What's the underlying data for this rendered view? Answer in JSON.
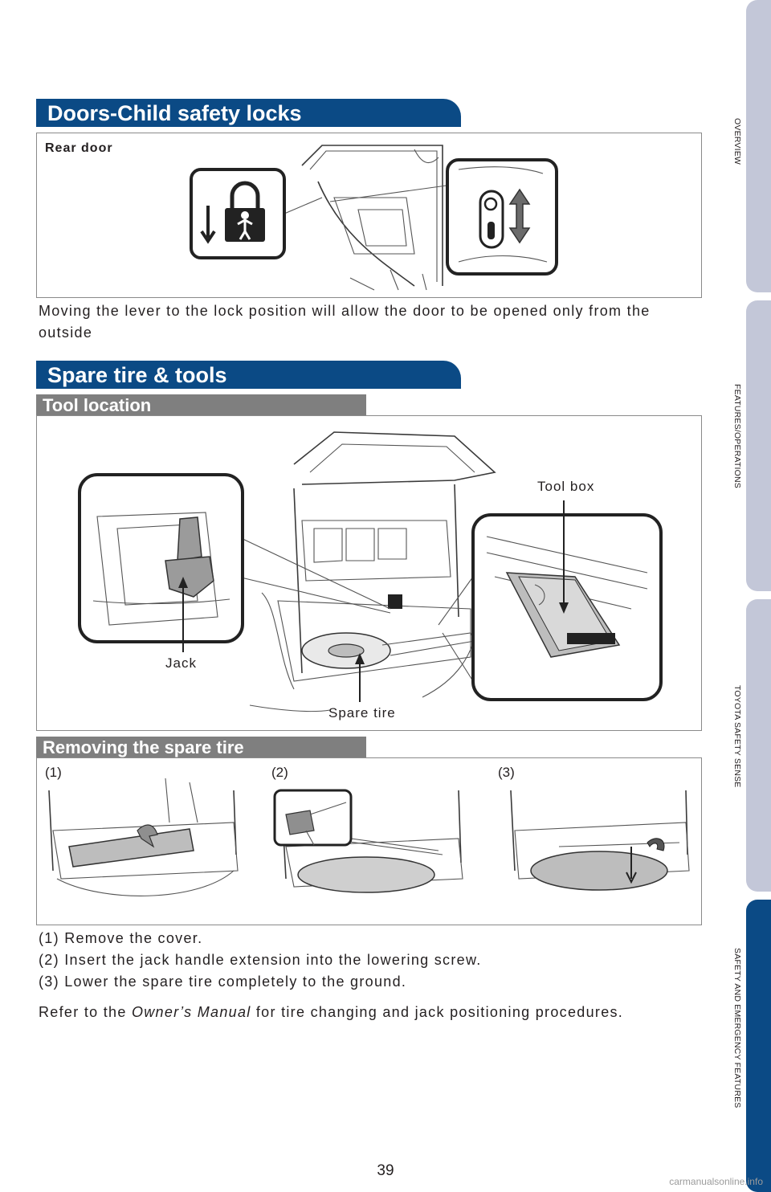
{
  "sections": {
    "doors": {
      "title": "Doors-Child safety locks",
      "figure_label": "Rear door",
      "description": "Moving the lever to the lock position will allow the door to be opened only from the outside"
    },
    "spare": {
      "title": "Spare tire & tools",
      "tool_location": {
        "title": "Tool location",
        "labels": {
          "tool_box": "Tool box",
          "jack": "Jack",
          "spare_tire": "Spare tire"
        }
      },
      "removing": {
        "title": "Removing the spare tire",
        "step_nums": [
          "(1)",
          "(2)",
          "(3)"
        ],
        "steps": [
          "(1) Remove the cover.",
          "(2) Insert the jack handle extension into the lowering screw.",
          "(3) Lower the spare tire completely to the ground."
        ],
        "refer_prefix": "Refer to the ",
        "refer_manual": "Owner’s Manual",
        "refer_suffix": " for tire changing and jack positioning procedures."
      }
    }
  },
  "side_tabs": [
    "OVERVIEW",
    "FEATURES/OPERATIONS",
    "TOYOTA SAFETY SENSE",
    "SAFETY AND EMERGENCY FEATURES"
  ],
  "page_number": "39",
  "watermark": "carmanualsonline.info",
  "colors": {
    "banner_blue": "#0b4a85",
    "subbar_gray": "#7f7f7f",
    "tab_inactive": "#c3c7d8",
    "tab_active": "#0b4a85"
  }
}
